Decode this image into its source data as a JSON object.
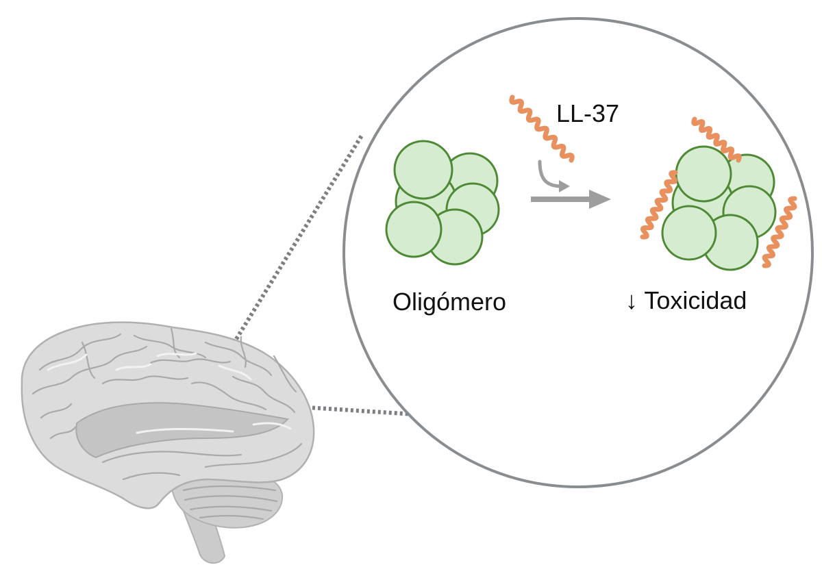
{
  "labels": {
    "peptide": "LL-37",
    "oligomer": "Oligómero",
    "result": "↓ Toxicidad"
  },
  "colors": {
    "sphere_fill": "#d6ecd0",
    "sphere_stroke": "#4e8a36",
    "peptide": "#e8915f",
    "arrow": "#9e9e9e",
    "circle_border": "#8a8d90",
    "brain": "#d9d9d9"
  },
  "icons": {
    "organ": "brain-icon",
    "peptide": "peptide-helix-icon",
    "oligomer": "oligomer-cluster-icon"
  }
}
